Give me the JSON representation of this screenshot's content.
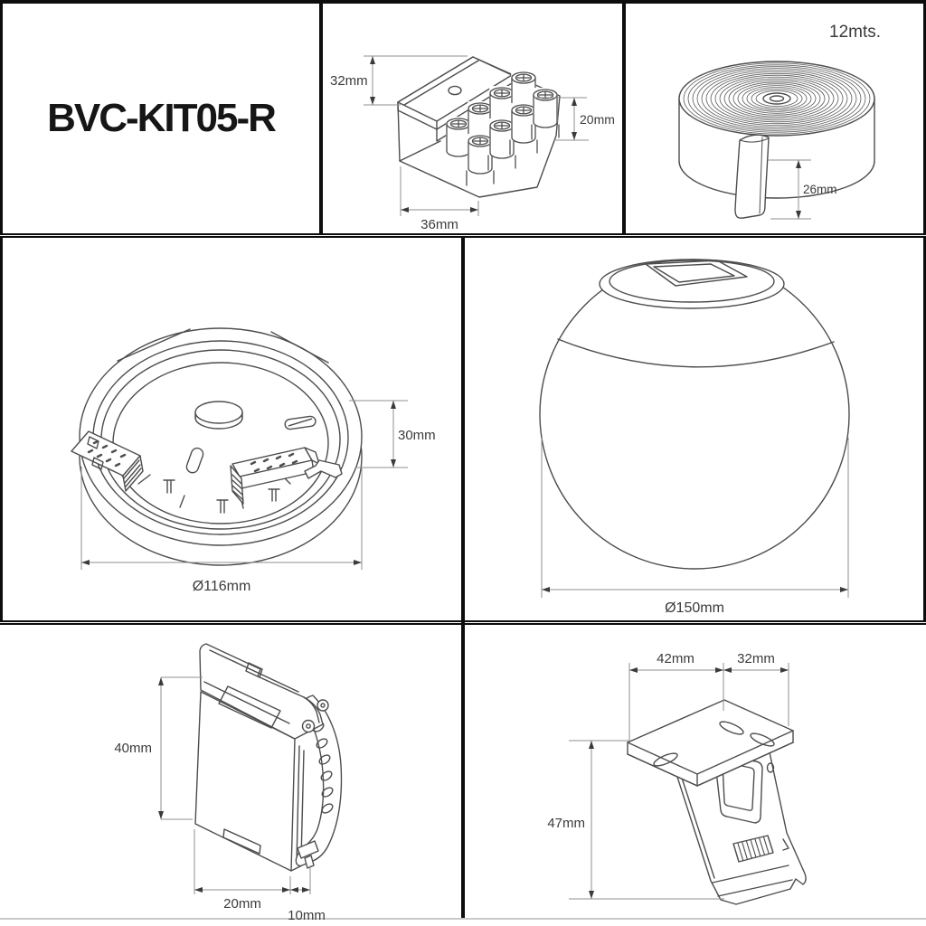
{
  "panels": {
    "title": {
      "label": "BVC-KIT05-R"
    },
    "terminal_block": {
      "dim_height": "32mm",
      "dim_screw": "20mm",
      "dim_width": "36mm"
    },
    "tape_roll": {
      "length_label": "12mts.",
      "dim_width": "26mm"
    },
    "round_base": {
      "dim_height": "30mm",
      "dim_diameter": "Ø116mm"
    },
    "sphere": {
      "dim_diameter": "Ø150mm"
    },
    "clip": {
      "dim_height": "40mm",
      "dim_width": "20mm",
      "dim_depth": "10mm"
    },
    "bracket": {
      "dim_span_left": "42mm",
      "dim_span_right": "32mm",
      "dim_height": "47mm"
    }
  },
  "colors": {
    "line_art": "#4d4d4d",
    "dimension": "#8f8f8f",
    "grid": "#0d0d0d"
  }
}
